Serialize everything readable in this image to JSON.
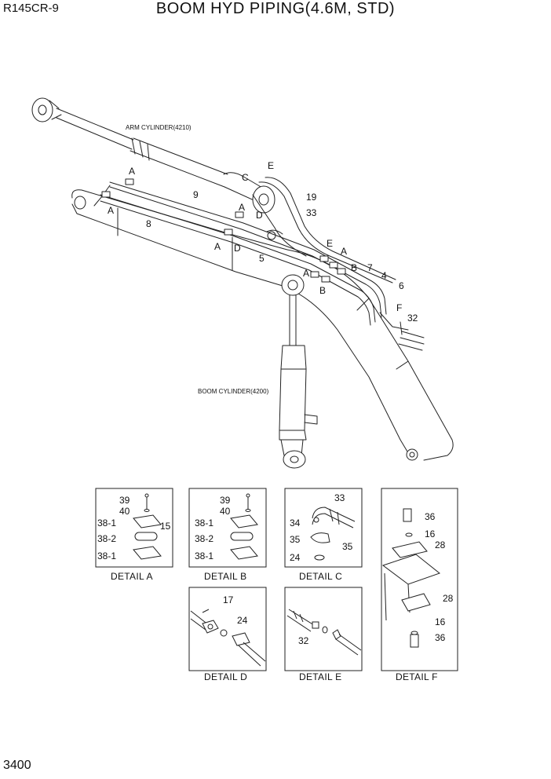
{
  "header": {
    "model": "R145CR-9",
    "title": "BOOM HYD PIPING(4.6M, STD)"
  },
  "footer": {
    "page_number": "3400"
  },
  "main_diagram": {
    "arm_cylinder": "ARM CYLINDER(4210)",
    "boom_cylinder": "BOOM CYLINDER(4200)",
    "callouts": {
      "a1": "A",
      "a2": "A",
      "a3": "A",
      "a4": "A",
      "a5": "A",
      "a6": "A",
      "b1": "B",
      "b2": "B",
      "c1": "C",
      "d1": "D",
      "d2": "D",
      "e1": "E",
      "e2": "E",
      "f1": "F",
      "n4": "4",
      "n5": "5",
      "n6": "6",
      "n7": "7",
      "n8": "8",
      "n9": "9",
      "n19": "19",
      "n32": "32",
      "n33": "33"
    }
  },
  "details": {
    "a": {
      "caption": "DETAIL A",
      "p39": "39",
      "p40": "40",
      "p38_1a": "38-1",
      "p38_2": "38-2",
      "p38_1b": "38-1",
      "p15": "15"
    },
    "b": {
      "caption": "DETAIL B",
      "p39": "39",
      "p40": "40",
      "p38_1a": "38-1",
      "p38_2": "38-2",
      "p38_1b": "38-1"
    },
    "c": {
      "caption": "DETAIL C",
      "p33": "33",
      "p34": "34",
      "p35a": "35",
      "p35b": "35",
      "p24": "24"
    },
    "d": {
      "caption": "DETAIL D",
      "p17": "17",
      "p24": "24"
    },
    "e": {
      "caption": "DETAIL E",
      "p32": "32"
    },
    "f": {
      "caption": "DETAIL F",
      "p36a": "36",
      "p16a": "16",
      "p28a": "28",
      "p28b": "28",
      "p16b": "16",
      "p36b": "36"
    }
  }
}
